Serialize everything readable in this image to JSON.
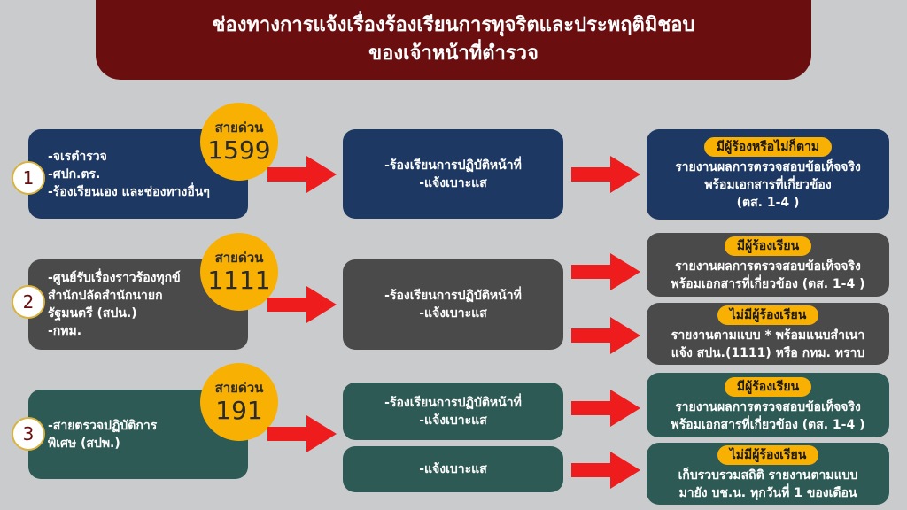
{
  "title": {
    "line1": "ช่องทางการแจ้งเรื่องร้องเรียนการทุจริตและประพฤติมิชอบ",
    "line2": "ของเจ้าหน้าที่ตำรวจ"
  },
  "colors": {
    "arrow": "#ee1c1c",
    "badge": "#f8b003",
    "navy": "#1d3862",
    "gray": "#4a4a4a",
    "teal": "#2d5a55"
  },
  "rows": [
    {
      "number": "1",
      "hotline_label": "สายด่วน",
      "hotline": "1599",
      "sources": [
        "-จเรตำรวจ",
        "-ศปก.ตร.",
        "-ร้องเรียนเอง และช่องทางอื่นๆ"
      ],
      "middle": [
        {
          "lines": [
            "-ร้องเรียนการปฏิบัติหน้าที่",
            "-แจ้งเบาะแส"
          ]
        }
      ],
      "results": [
        {
          "tag": "มีผู้ร้องหรือไม่ก็ตาม",
          "lines": [
            "รายงานผลการตรวจสอบข้อเท็จจริง",
            "พร้อมเอกสารที่เกี่ยวข้อง",
            "(ตส. 1-4 )"
          ]
        }
      ]
    },
    {
      "number": "2",
      "hotline_label": "สายด่วน",
      "hotline": "1111",
      "sources": [
        "-ศูนย์รับเรื่องราวร้องทุกข์",
        "สำนักปลัดสำนักนายก",
        "รัฐมนตรี (สปน.)",
        "-กทม."
      ],
      "middle": [
        {
          "lines": [
            "-ร้องเรียนการปฏิบัติหน้าที่",
            "-แจ้งเบาะแส"
          ]
        }
      ],
      "results": [
        {
          "tag": "มีผู้ร้องเรียน",
          "lines": [
            "รายงานผลการตรวจสอบข้อเท็จจริง",
            "พร้อมเอกสารที่เกี่ยวข้อง (ตส. 1-4 )"
          ]
        },
        {
          "tag": "ไม่มีผู้ร้องเรียน",
          "lines": [
            "รายงานตามแบบ * พร้อมแนบสำเนา",
            "แจ้ง สปน.(1111) หรือ กทม. ทราบ"
          ]
        }
      ]
    },
    {
      "number": "3",
      "hotline_label": "สายด่วน",
      "hotline": "191",
      "sources": [
        "-สายตรวจปฏิบัติการ",
        "พิเศษ (สปพ.)"
      ],
      "middle": [
        {
          "lines": [
            "-ร้องเรียนการปฏิบัติหน้าที่",
            "-แจ้งเบาะแส"
          ]
        },
        {
          "lines": [
            "-แจ้งเบาะแส"
          ]
        }
      ],
      "results": [
        {
          "tag": "มีผู้ร้องเรียน",
          "lines": [
            "รายงานผลการตรวจสอบข้อเท็จจริง",
            "พร้อมเอกสารที่เกี่ยวข้อง (ตส. 1-4 )"
          ]
        },
        {
          "tag": "ไม่มีผู้ร้องเรียน",
          "lines": [
            "เก็บรวบรวมสถิติ รายงานตามแบบ",
            "มายัง บช.น. ทุกวันที่ 1 ของเดือน"
          ]
        }
      ]
    }
  ]
}
